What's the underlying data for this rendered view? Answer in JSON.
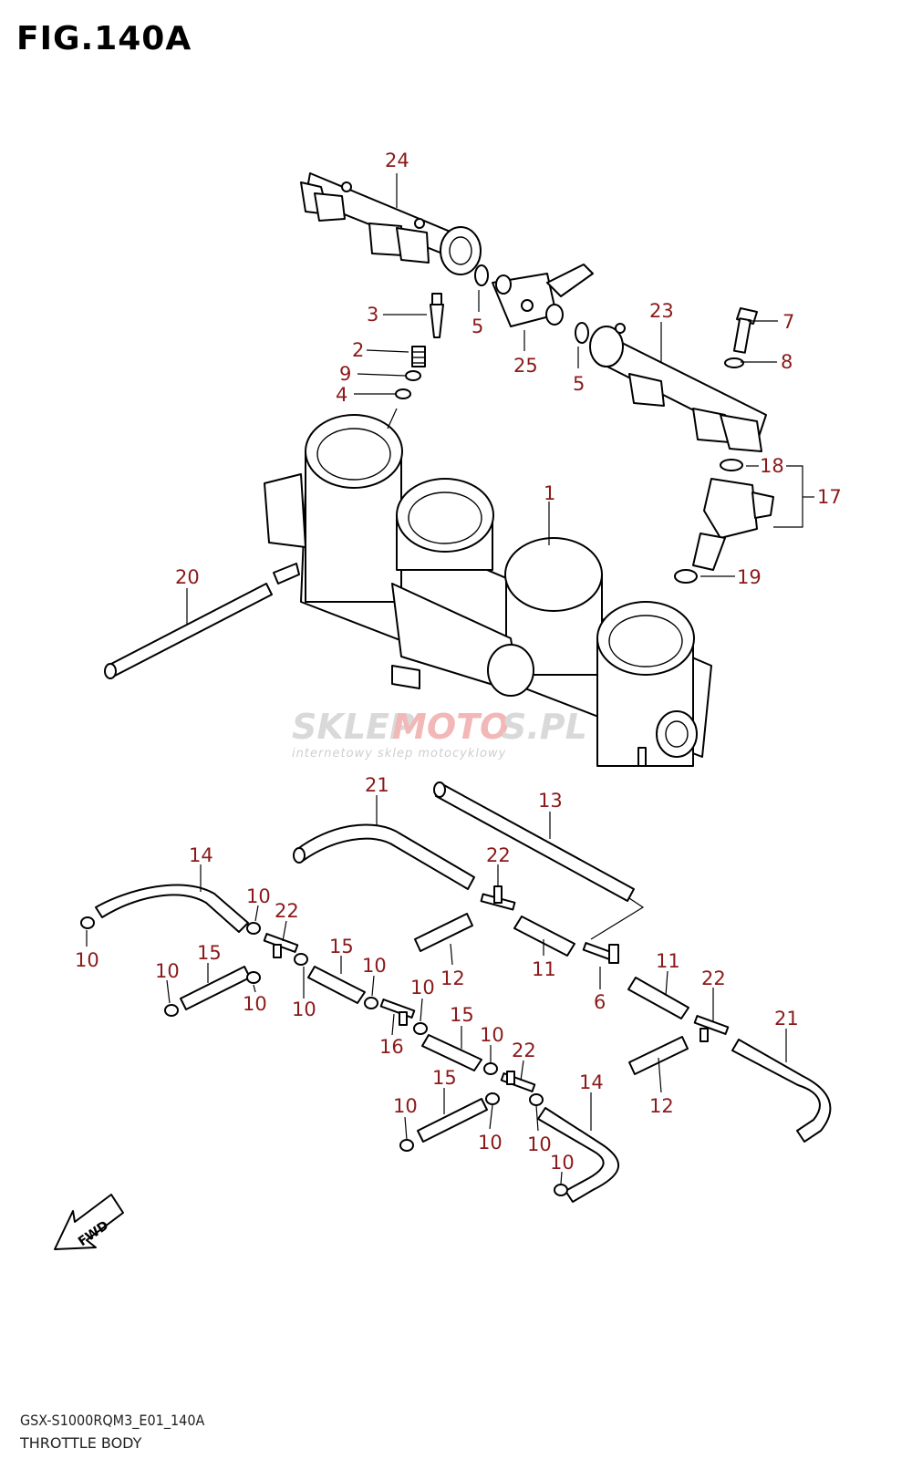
{
  "figure": {
    "title": "FIG.140A",
    "model_code": "GSX-S1000RQM3_E01_140A",
    "section_name": "THROTTLE BODY"
  },
  "watermark": {
    "brand_a": "SKLEP",
    "brand_b": "MOTO",
    "brand_c": "S.PL",
    "tagline": "internetowy sklep motocyklowy"
  },
  "fwd_label": "FWD",
  "callouts": [
    {
      "id": "c24",
      "text": "24"
    },
    {
      "id": "c3",
      "text": "3"
    },
    {
      "id": "c2",
      "text": "2"
    },
    {
      "id": "c9",
      "text": "9"
    },
    {
      "id": "c4",
      "text": "4"
    },
    {
      "id": "c5a",
      "text": "5"
    },
    {
      "id": "c25",
      "text": "25"
    },
    {
      "id": "c5b",
      "text": "5"
    },
    {
      "id": "c23",
      "text": "23"
    },
    {
      "id": "c7",
      "text": "7"
    },
    {
      "id": "c8",
      "text": "8"
    },
    {
      "id": "c18",
      "text": "18"
    },
    {
      "id": "c17",
      "text": "17"
    },
    {
      "id": "c19",
      "text": "19"
    },
    {
      "id": "c1",
      "text": "1"
    },
    {
      "id": "c20",
      "text": "20"
    },
    {
      "id": "c21a",
      "text": "21"
    },
    {
      "id": "c13",
      "text": "13"
    },
    {
      "id": "c14a",
      "text": "14"
    },
    {
      "id": "c10a",
      "text": "10"
    },
    {
      "id": "c22a",
      "text": "22"
    },
    {
      "id": "c22b",
      "text": "22"
    },
    {
      "id": "c10b",
      "text": "10"
    },
    {
      "id": "c10c",
      "text": "10"
    },
    {
      "id": "c15a",
      "text": "15"
    },
    {
      "id": "c10d",
      "text": "10"
    },
    {
      "id": "c15b",
      "text": "15"
    },
    {
      "id": "c10e",
      "text": "10"
    },
    {
      "id": "c10f",
      "text": "10"
    },
    {
      "id": "c12a",
      "text": "12"
    },
    {
      "id": "c11a",
      "text": "11"
    },
    {
      "id": "c6",
      "text": "6"
    },
    {
      "id": "c11b",
      "text": "11"
    },
    {
      "id": "c22c",
      "text": "22"
    },
    {
      "id": "c21b",
      "text": "21"
    },
    {
      "id": "c10g",
      "text": "10"
    },
    {
      "id": "c16",
      "text": "16"
    },
    {
      "id": "c15c",
      "text": "15"
    },
    {
      "id": "c10h",
      "text": "10"
    },
    {
      "id": "c22d",
      "text": "22"
    },
    {
      "id": "c15d",
      "text": "15"
    },
    {
      "id": "c14b",
      "text": "14"
    },
    {
      "id": "c12b",
      "text": "12"
    },
    {
      "id": "c10i",
      "text": "10"
    },
    {
      "id": "c10j",
      "text": "10"
    },
    {
      "id": "c10k",
      "text": "10"
    },
    {
      "id": "c10l",
      "text": "10"
    }
  ]
}
